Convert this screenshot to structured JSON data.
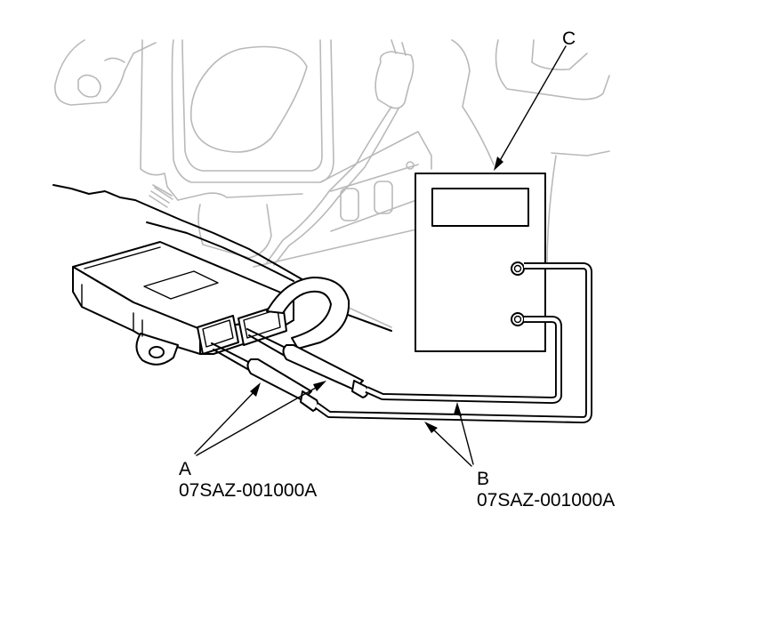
{
  "callouts": {
    "a": {
      "letter": "A",
      "part_number": "07SAZ-001000A"
    },
    "b": {
      "letter": "B",
      "part_number": "07SAZ-001000A"
    },
    "c": {
      "letter": "C"
    }
  },
  "colors": {
    "ink": "#000000",
    "background_art": "#b9b9b9",
    "paper": "#ffffff"
  }
}
